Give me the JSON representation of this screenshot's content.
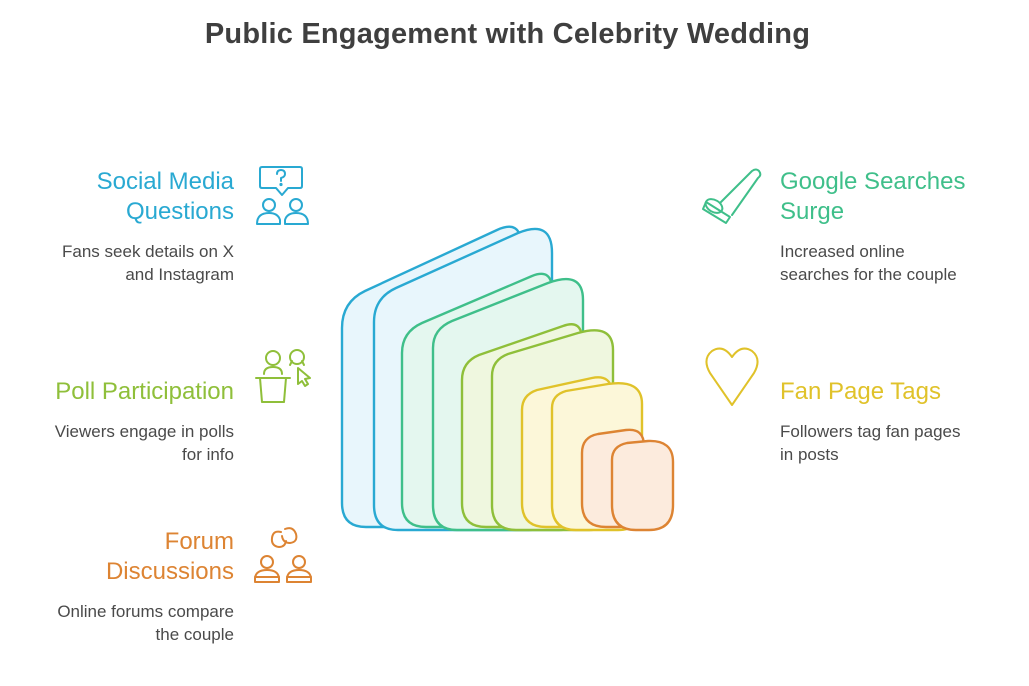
{
  "title": "Public Engagement with Celebrity Wedding",
  "colors": {
    "social_media": "#29a9d2",
    "google": "#3fbf8a",
    "poll": "#8fbf3a",
    "fan_page": "#e0c22a",
    "forum": "#dd8433",
    "text_dark": "#3f3f3f",
    "text_desc": "#4a4a4a"
  },
  "items": {
    "social_media": {
      "heading": "Social Media\nQuestions",
      "description": "Fans seek details on X\nand Instagram",
      "icon": "chat-question-people-icon"
    },
    "google": {
      "heading": "Google Searches\nSurge",
      "description": "Increased online\nsearches for the couple",
      "icon": "telescope-icon"
    },
    "poll": {
      "heading": "Poll Participation",
      "description": "Viewers engage in polls\nfor info",
      "icon": "poll-vote-icon"
    },
    "fan_page": {
      "heading": "Fan Page Tags",
      "description": "Followers tag fan pages\nin posts",
      "icon": "heart-icon"
    },
    "forum": {
      "heading": "Forum\nDiscussions",
      "description": "Online forums compare\nthe couple",
      "icon": "discussion-people-icon"
    }
  }
}
